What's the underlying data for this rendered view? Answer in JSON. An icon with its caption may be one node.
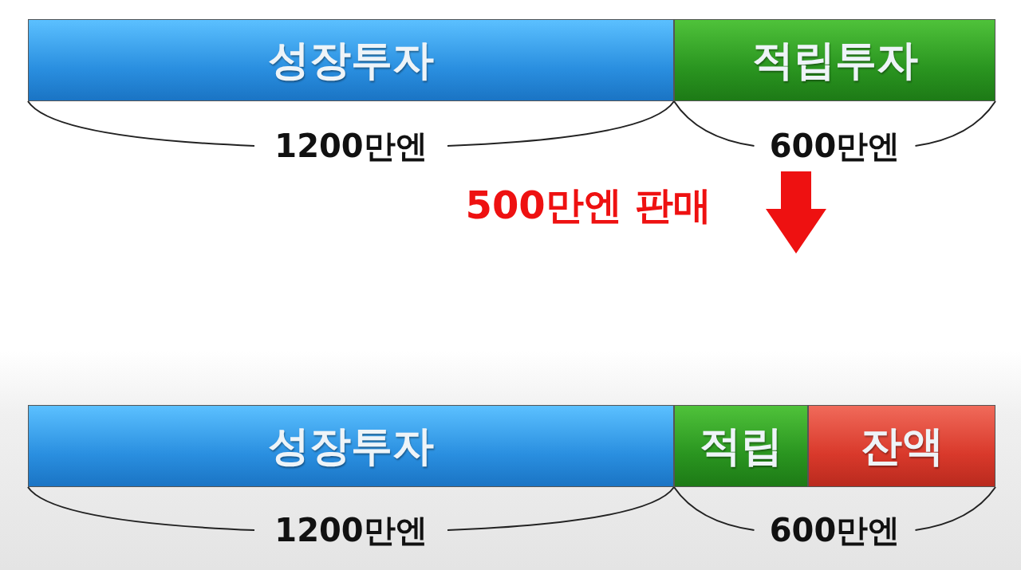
{
  "diagram": {
    "nodes": [
      {
        "text": [
          "성장투자"
        ]
      },
      {
        "text": [
          "적립투자"
        ]
      },
      {
        "text": [
          "성장투자"
        ]
      },
      {
        "text": [
          "적립"
        ]
      },
      {
        "text": [
          "잔액"
        ]
      }
    ],
    "edges": [],
    "labels": [
      "1200만엔",
      "600만엔",
      "500만엔 판매",
      "1200만엔",
      "600만엔"
    ]
  }
}
